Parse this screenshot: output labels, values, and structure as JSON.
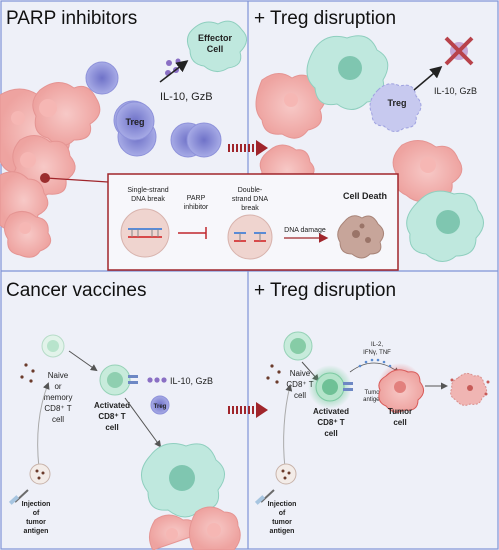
{
  "panels": {
    "top_left_title": "PARP inhibitors",
    "top_right_title": "+ Treg disruption",
    "bottom_left_title": "Cancer vaccines",
    "bottom_right_title": "+ Treg disruption"
  },
  "top_left": {
    "effector_cell": [
      "Effector",
      "Cell"
    ],
    "treg": "Treg",
    "cytokines": "IL-10, GzB"
  },
  "top_right": {
    "treg": "Treg",
    "cytokines": "IL-10, GzB"
  },
  "mechanism": {
    "ssb": [
      "Single-strand",
      "DNA break"
    ],
    "parp_inhibitor": [
      "PARP",
      "inhibitor"
    ],
    "dsb": [
      "Double-",
      "strand DNA",
      "break"
    ],
    "dna_damage": "DNA damage",
    "cell_death": "Cell Death"
  },
  "bottom_left": {
    "naive": [
      "Naive",
      "or",
      "memory",
      "CD8⁺ T",
      "cell"
    ],
    "activated": [
      "Activated",
      "CD8⁺ T",
      "cell"
    ],
    "cytokines": "IL-10, GzB",
    "treg": "Treg",
    "injection": [
      "Injection",
      "of",
      "tumor",
      "antigen"
    ]
  },
  "bottom_right": {
    "naive": [
      "Naive",
      "CD8⁺ T",
      "cell"
    ],
    "cytokines": [
      "IL-2,",
      "IFNγ, TNF"
    ],
    "tumor_antigen": [
      "Tumor",
      "antigen"
    ],
    "activated": [
      "Activated",
      "CD8⁺ T",
      "cell"
    ],
    "tumor_cell": [
      "Tumor",
      "cell"
    ],
    "injection": [
      "Injection",
      "of",
      "tumor",
      "antigen"
    ]
  },
  "colors": {
    "panel_bg": "#eef0f8",
    "panel_border": "#7f93d6",
    "tumor": "#f2aaa8",
    "treg": "#9a9ee0",
    "macrophage": "#b8e6d9",
    "arrow_red": "#a0252b",
    "cell_death_red": "#c0272d",
    "cd8": "#a8dfc3"
  }
}
